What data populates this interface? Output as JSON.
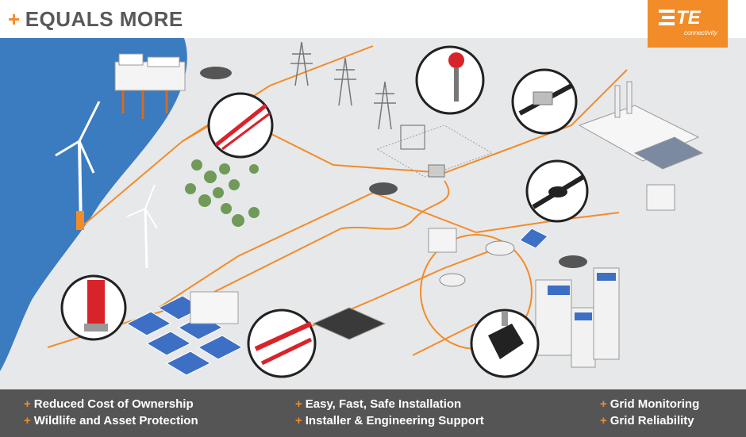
{
  "header": {
    "plus": "+",
    "title": "EQUALS MORE"
  },
  "logo": {
    "mark": "TE",
    "sub": "connectivity"
  },
  "colors": {
    "accent": "#f28c28",
    "sea": "#3b7bbf",
    "ground": "#e6e8ea",
    "footer": "#555555",
    "cable": "#f28c28",
    "highlight": "#d9232b"
  },
  "icons": [
    "wind-turbine-icon",
    "offshore-platform-icon",
    "solar-panel-icon",
    "transmission-tower-icon",
    "substation-icon",
    "factory-icon",
    "electric-car-icon",
    "city-building-icon",
    "cable-connector-icon",
    "insulator-icon",
    "surge-arrester-icon"
  ],
  "benefits": {
    "col1": [
      {
        "plus": "+",
        "text": "Reduced Cost of Ownership"
      },
      {
        "plus": "+",
        "text": "Wildlife and Asset Protection"
      }
    ],
    "col2": [
      {
        "plus": "+",
        "text": "Easy, Fast, Safe Installation"
      },
      {
        "plus": "+",
        "text": "Installer & Engineering Support"
      }
    ],
    "col3": [
      {
        "plus": "+",
        "text": "Grid Monitoring"
      },
      {
        "plus": "+",
        "text": "Grid Reliability"
      }
    ]
  }
}
